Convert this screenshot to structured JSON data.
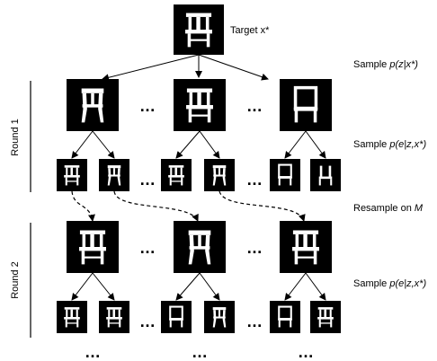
{
  "target": {
    "label": "Target x*"
  },
  "annotations": {
    "sample_z": {
      "prefix": "Sample ",
      "expr": "p(z|x*)"
    },
    "sample_e_1": {
      "prefix": "Sample ",
      "expr": "p(e|z,x*)"
    },
    "resample": {
      "prefix": "Resample on ",
      "expr": "M"
    },
    "sample_e_2": {
      "prefix": "Sample ",
      "expr": "p(e|z,x*)"
    }
  },
  "rounds": [
    {
      "label": "Round 1"
    },
    {
      "label": "Round 2"
    }
  ],
  "ellipsis": "…",
  "colors": {
    "tile": "#000000",
    "glyph": "#ffffff",
    "line": "#000000"
  }
}
